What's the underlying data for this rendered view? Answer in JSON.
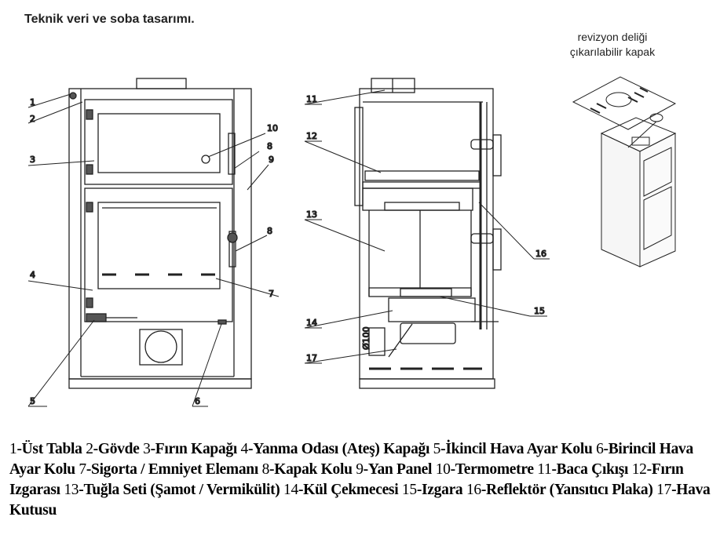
{
  "title": "Teknik veri ve soba tasarımı.",
  "iso_caption": [
    "revizyon deliği",
    "çıkarılabilir kapak"
  ],
  "front_labels": [
    "1",
    "2",
    "3",
    "4",
    "5",
    "6",
    "7",
    "8",
    "8",
    "9",
    "10"
  ],
  "side_labels": [
    "11",
    "12",
    "13",
    "14",
    "15",
    "16",
    "17"
  ],
  "dimension_text": "Ø100",
  "legend": [
    {
      "num": "1",
      "name": "-Üst Tabla"
    },
    {
      "num": "2",
      "name": "-Gövde"
    },
    {
      "num": "3",
      "name": "-Fırın Kapağı"
    },
    {
      "num": "4",
      "name": "-Yanma Odası (Ateş) Kapağı"
    },
    {
      "num": "5",
      "name": "-İkincil Hava Ayar Kolu"
    },
    {
      "num": "6",
      "name": "-Birincil Hava Ayar Kolu"
    },
    {
      "num": "7",
      "name": "-Sigorta / Emniyet Elemanı"
    },
    {
      "num": "8",
      "name": "-Kapak Kolu"
    },
    {
      "num": "9",
      "name": "-Yan Panel"
    },
    {
      "num": "10",
      "name": "-Termometre"
    },
    {
      "num": "11",
      "name": "-Baca Çıkışı"
    },
    {
      "num": "12",
      "name": "-Fırın Izgarası"
    },
    {
      "num": "13",
      "name": "-Tuğla Seti (Şamot / Vermikülit)"
    },
    {
      "num": "14",
      "name": "-Kül Çekmecesi"
    },
    {
      "num": "15",
      "name": "-Izgara"
    },
    {
      "num": "16",
      "name": "-Reflektör (Yansıtıcı Plaka)"
    },
    {
      "num": "17",
      "name": "-Hava Kutusu"
    }
  ]
}
